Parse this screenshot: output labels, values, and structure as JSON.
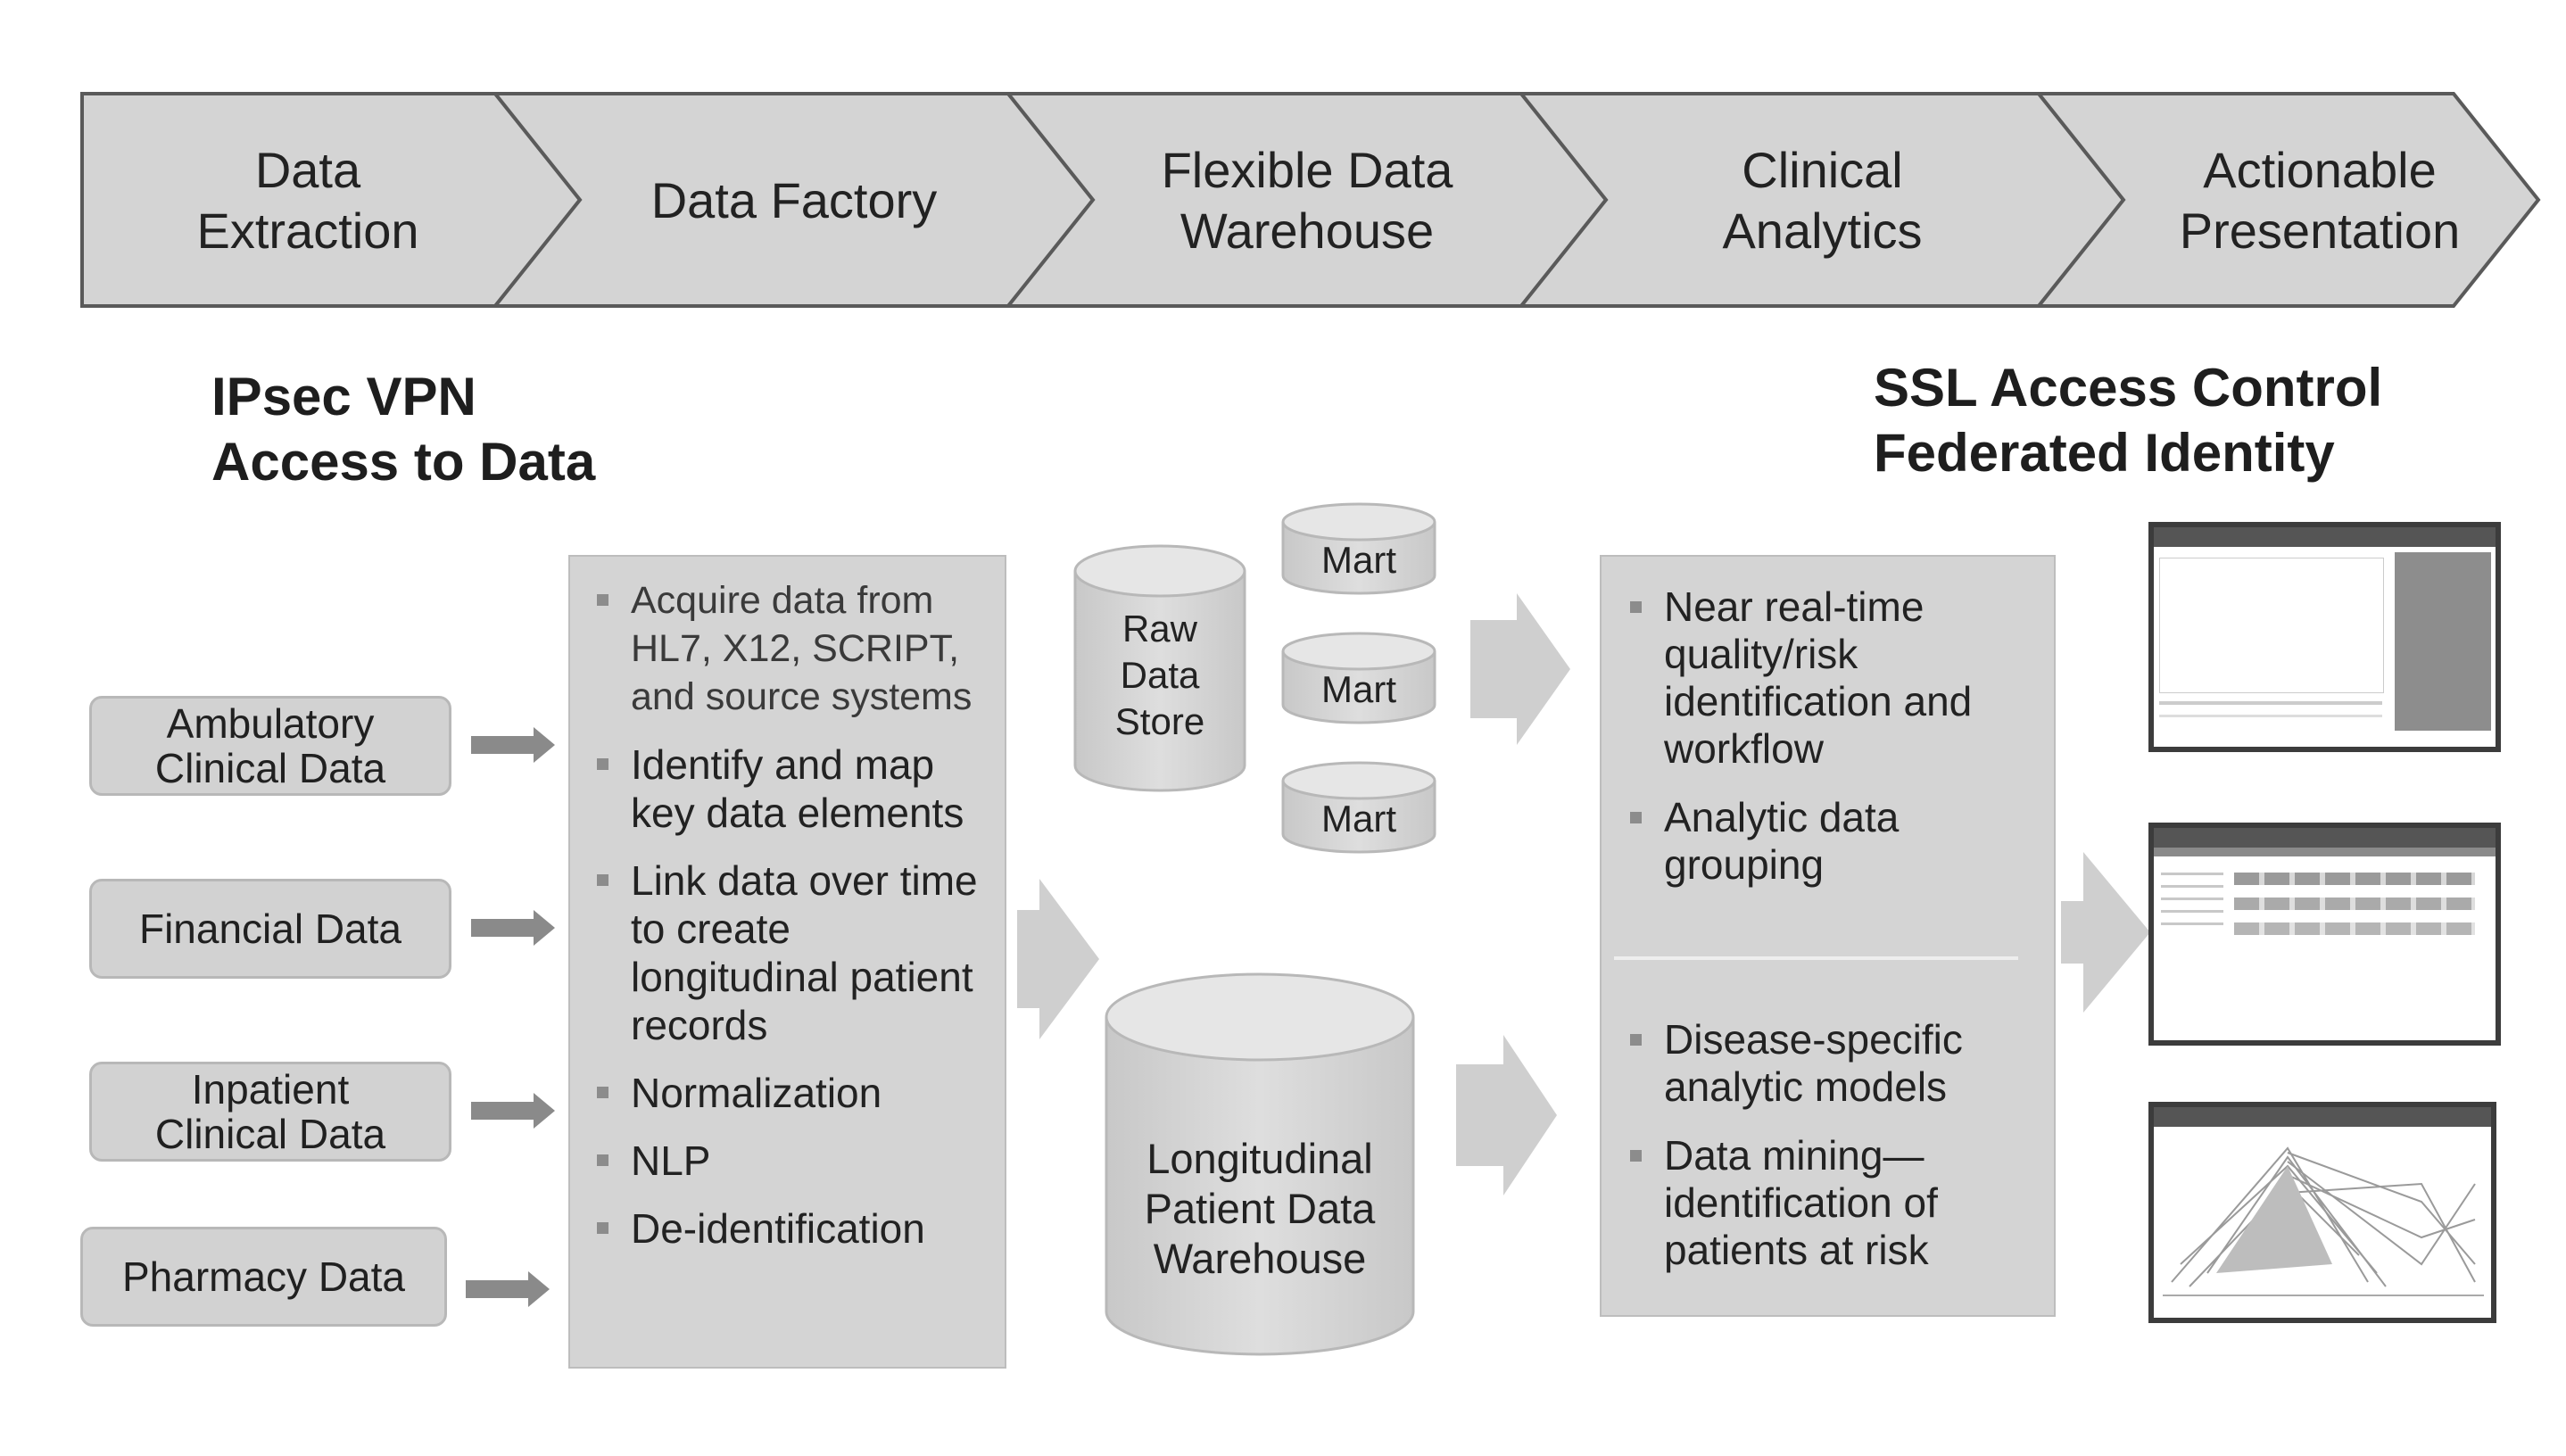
{
  "process_chain": [
    {
      "label": "Data\nExtraction"
    },
    {
      "label": "Data Factory"
    },
    {
      "label": "Flexible Data\nWarehouse"
    },
    {
      "label": "Clinical\nAnalytics"
    },
    {
      "label": "Actionable\nPresentation"
    }
  ],
  "headings": {
    "left": "IPsec VPN\nAccess to Data",
    "right": "SSL Access Control\nFederated Identity"
  },
  "sources": [
    {
      "label": "Ambulatory\nClinical Data"
    },
    {
      "label": "Financial Data"
    },
    {
      "label": "Inpatient\nClinical Data"
    },
    {
      "label": "Pharmacy Data"
    }
  ],
  "factory_bullets": [
    "Acquire data from HL7, X12, SCRIPT, and source systems",
    "Identify and map key data elements",
    "Link data over time to create longitudinal patient records",
    "Normalization",
    "NLP",
    "De-identification"
  ],
  "warehouse": {
    "raw_store": "Raw\nData\nStore",
    "marts": [
      "Mart",
      "Mart",
      "Mart"
    ],
    "longitudinal": "Longitudinal\nPatient Data\nWarehouse"
  },
  "analytics_top": [
    "Near real-time quality/risk identification and workflow",
    "Analytic data grouping"
  ],
  "analytics_bottom": [
    "Disease-specific analytic models",
    "Data mining—identification of patients at risk"
  ],
  "colors": {
    "chevron_fill": "#d4d4d4",
    "chevron_stroke": "#5a5a5a",
    "box_fill": "#d4d4d4",
    "arrow_fill": "#cfcfcf",
    "small_arrow": "#8a8a8a"
  },
  "icons": [
    "arrow-right-icon",
    "database-cylinder-icon",
    "dashboard-screenshot-icon"
  ]
}
